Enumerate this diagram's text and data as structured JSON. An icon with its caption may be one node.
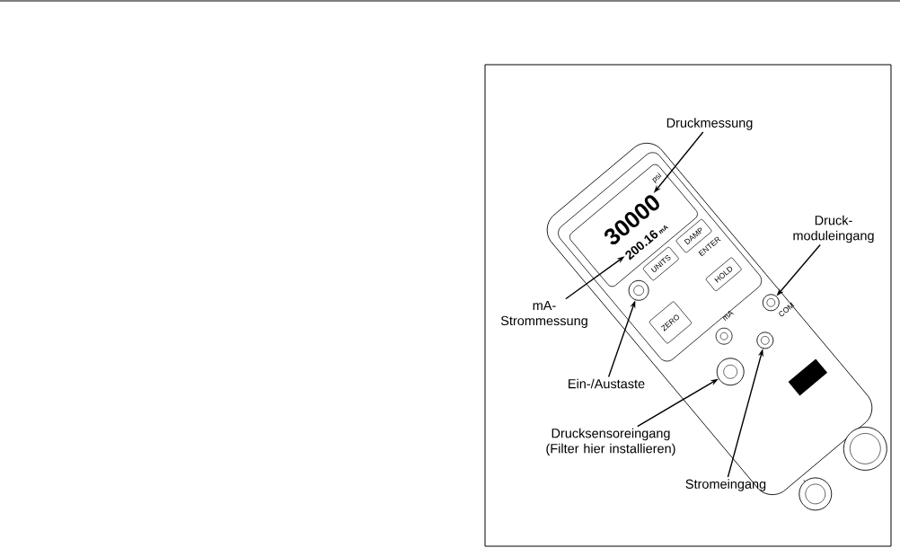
{
  "diagram": {
    "nodes": [
      {
        "text": [
          "Druckmessung"
        ]
      },
      {
        "text": [
          "Druck- moduleingang"
        ]
      },
      {
        "text": [
          "mA- Strommessung"
        ]
      },
      {
        "text": [
          "Ein-/Austaste"
        ]
      },
      {
        "text": [
          "Drucksensoreingang (Filter hier installieren)"
        ]
      },
      {
        "text": [
          "Stromeingang"
        ]
      },
      {
        "text": [
          "30000"
        ]
      },
      {
        "text": [
          "200.16",
          "mA"
        ]
      },
      {
        "text": [],
        "shape": "circle"
      },
      {
        "text": [],
        "shape": "circle"
      },
      {
        "text": [],
        "shape": "circle"
      },
      {
        "text": [],
        "shape": "circle"
      }
    ],
    "edges": [
      {
        "from": 0,
        "to": 6,
        "arrow": "to"
      },
      {
        "from": 1,
        "to": 9,
        "arrow": "to"
      },
      {
        "from": 2,
        "to": 7,
        "arrow": "to"
      },
      {
        "from": 3,
        "to": 8,
        "arrow": "to"
      },
      {
        "from": 4,
        "to": 10,
        "arrow": "to"
      },
      {
        "from": 5,
        "to": 11,
        "arrow": "to"
      }
    ],
    "labels": [
      "psi",
      "UNITS",
      "DAMP",
      "ENTER",
      "ZERO",
      "HOLD",
      "mA",
      "COM"
    ]
  }
}
